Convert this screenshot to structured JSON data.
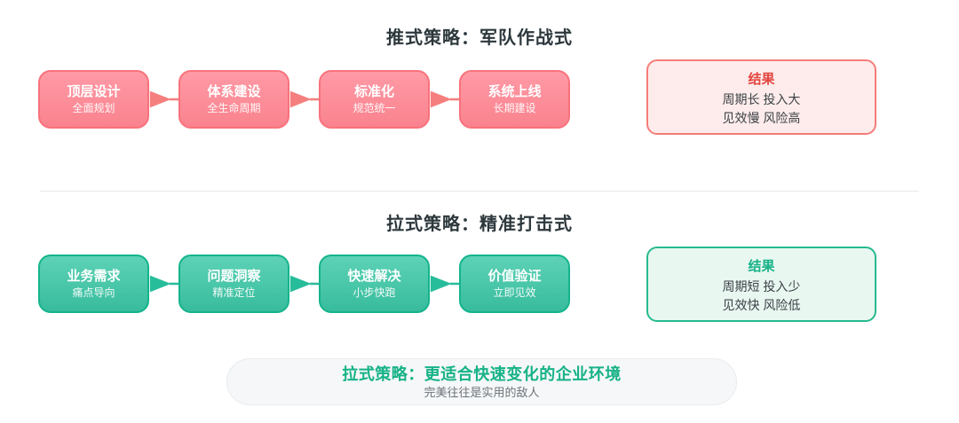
{
  "push": {
    "title": "推式策略：军队作战式",
    "steps": [
      {
        "title": "顶层设计",
        "subtitle": "全面规划"
      },
      {
        "title": "体系建设",
        "subtitle": "全生命周期"
      },
      {
        "title": "标准化",
        "subtitle": "规范统一"
      },
      {
        "title": "系统上线",
        "subtitle": "长期建设"
      }
    ],
    "result": {
      "title": "结果",
      "line1": "周期长 投入大",
      "line2": "见效慢 风险高"
    }
  },
  "pull": {
    "title": "拉式策略：精准打击式",
    "steps": [
      {
        "title": "业务需求",
        "subtitle": "痛点导向"
      },
      {
        "title": "问题洞察",
        "subtitle": "精准定位"
      },
      {
        "title": "快速解决",
        "subtitle": "小步快跑"
      },
      {
        "title": "价值验证",
        "subtitle": "立即见效"
      }
    ],
    "result": {
      "title": "结果",
      "line1": "周期短 投入少",
      "line2": "见效快 风险低"
    }
  },
  "banner": {
    "title": "拉式策略：更适合快速变化的企业环境",
    "subtitle": "完美往往是实用的敌人"
  },
  "colors": {
    "push_box_gradient_top": "#ff9aa6",
    "push_box_gradient_bottom": "#f9838e",
    "push_box_border": "#f8727c",
    "push_arrow": "#f57f7e",
    "push_result_bg": "#fdeceb",
    "push_result_border": "#f57d78",
    "push_result_title": "#e2453f",
    "pull_box_gradient_top": "#5dd2b6",
    "pull_box_gradient_bottom": "#38bc9d",
    "pull_box_border": "#14b48c",
    "pull_arrow": "#28bd9a",
    "pull_result_bg": "#e9f7f1",
    "pull_result_border": "#26ba8f",
    "pull_result_title": "#16b287",
    "section_title_text": "#2d383d",
    "body_text": "#3c4247",
    "banner_bg": "#f5f7f8",
    "banner_title": "#16b287",
    "banner_subtitle": "#6d7379"
  }
}
